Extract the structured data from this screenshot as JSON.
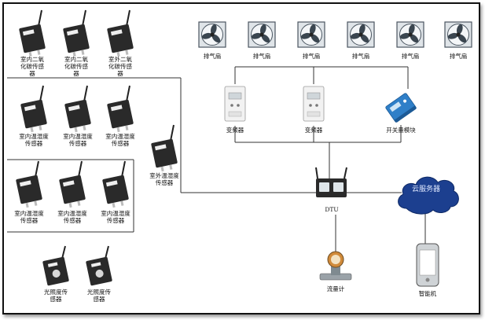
{
  "fans": [
    {
      "label": "排气扇"
    },
    {
      "label": "排气扇"
    },
    {
      "label": "排气扇"
    },
    {
      "label": "排气扇"
    },
    {
      "label": "排气扇"
    },
    {
      "label": "排气扇"
    }
  ],
  "inverters": [
    {
      "label": "变频器"
    },
    {
      "label": "变频器"
    }
  ],
  "switch_module": {
    "label": "开关量模块"
  },
  "sensors": {
    "co2_row": [
      {
        "label": "室内二氧\n化碳传感\n器"
      },
      {
        "label": "室内二氧\n化碳传感\n器"
      },
      {
        "label": "室外二氧\n化碳传感\n器"
      }
    ],
    "temp_row_1": [
      {
        "label": "室内温湿度\n传感器"
      },
      {
        "label": "室内温湿度\n传感器"
      },
      {
        "label": "室内温湿度\n传感器"
      }
    ],
    "outdoor_temp": {
      "label": "室外温湿度\n传感器"
    },
    "temp_row_2": [
      {
        "label": "室内温湿度\n传感器"
      },
      {
        "label": "室内温湿度\n传感器"
      },
      {
        "label": "室内温湿度\n传感器"
      }
    ],
    "light_row": [
      {
        "label": "光照度传\n感器"
      },
      {
        "label": "光照度传\n感器"
      }
    ]
  },
  "dtu": {
    "label": "DTU"
  },
  "cloud": {
    "label": "云服务器"
  },
  "flowmeter": {
    "label": "流量计"
  },
  "phone": {
    "label": "智能机"
  },
  "colors": {
    "line": "#333333",
    "device": "#2a2a2a",
    "cloud": "#1c3f8f",
    "module": "#2f7fc8"
  }
}
